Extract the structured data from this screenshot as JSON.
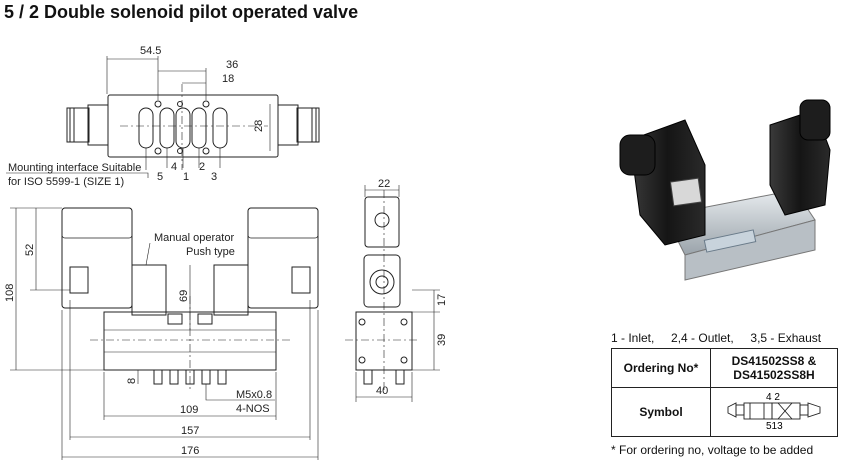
{
  "title": "5 / 2 Double solenoid pilot operated valve",
  "top_view": {
    "dims": [
      "54.5",
      "36",
      "18",
      "28"
    ],
    "ports": [
      "5",
      "4",
      "1",
      "2",
      "3"
    ],
    "mounting_note": [
      "Mounting interface Suitable",
      "for ISO 5599-1 (SIZE 1)"
    ]
  },
  "front_view": {
    "dims": [
      "52",
      "108",
      "69",
      "8",
      "109",
      "157",
      "176"
    ],
    "manual_operator": [
      "Manual operator",
      "Push type"
    ],
    "thread": [
      "M5x0.8",
      "4-NOS"
    ]
  },
  "side_view": {
    "dims": [
      "22",
      "17",
      "39",
      "40"
    ]
  },
  "port_legend": "1 - Inlet,     2,4 - Outlet,     3,5 - Exhaust",
  "table": {
    "order_label": "Ordering No*",
    "order_value": [
      "DS41502SS8 &",
      "DS41502SS8H"
    ],
    "symbol_label": "Symbol",
    "symbol_top": "4 2",
    "symbol_bottom": "513"
  },
  "footnote": "* For ordering no, voltage to be added"
}
